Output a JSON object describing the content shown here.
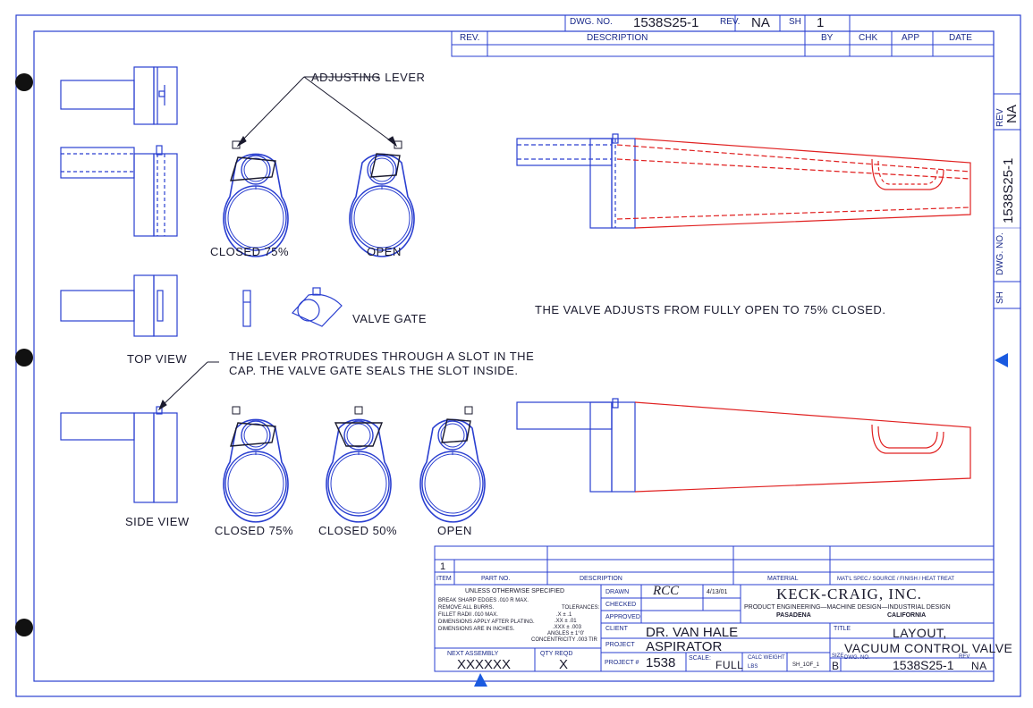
{
  "header": {
    "dwg_no_label": "DWG. NO.",
    "dwg_no": "1538S25-1",
    "rev_label": "REV.",
    "rev": "NA",
    "sh_label": "SH",
    "sh": "1"
  },
  "revision_block": {
    "columns": [
      "REV.",
      "DESCRIPTION",
      "BY",
      "CHK",
      "APP",
      "DATE"
    ]
  },
  "side_strip": {
    "rev_label": "REV",
    "rev": "NA",
    "dwg_no": "1538S25-1",
    "dwg_no_label": "DWG. NO.",
    "sh_label": "SH"
  },
  "labels": {
    "adjusting_lever": "ADJUSTING LEVER",
    "closed_75_top": "CLOSED 75%",
    "open_top": "OPEN",
    "valve_gate": "VALVE GATE",
    "top_view": "TOP VIEW",
    "valve_note": "THE VALVE ADJUSTS FROM FULLY OPEN TO 75% CLOSED.",
    "lever_note_1": "THE LEVER PROTRUDES THROUGH A SLOT IN THE",
    "lever_note_2": "CAP. THE VALVE GATE SEALS THE SLOT INSIDE.",
    "side_view": "SIDE VIEW",
    "closed_75_bottom": "CLOSED 75%",
    "closed_50": "CLOSED 50%",
    "open_bottom": "OPEN"
  },
  "title_block": {
    "item_no": "1",
    "item_label": "ITEM",
    "part_no_label": "PART NO.",
    "description_label": "DESCRIPTION",
    "material_label": "MATERIAL",
    "matl_spec_label": "MAT'L SPEC./ SOURCE / FINISH / HEAT TREAT",
    "notes_heading": "UNLESS OTHERWISE SPECIFIED",
    "notes": [
      "BREAK SHARP EDGES .010 R MAX.",
      "REMOVE ALL BURRS.",
      "FILLET RADII .010 MAX.",
      "DIMENSIONS APPLY AFTER PLATING.",
      "DIMENSIONS ARE IN INCHES."
    ],
    "tolerances_label": "TOLERANCES:",
    "tolerances": [
      ".X ± .1",
      ".XX ± .01",
      ".XXX ± .003",
      "ANGLES ± 1°0'",
      "CONCENTRICITY .003 TIR"
    ],
    "drawn_label": "DRAWN",
    "drawn_by": "RCC",
    "drawn_date": "4/13/01",
    "checked_label": "CHECKED",
    "approved_label": "APPROVED",
    "company": "KECK-CRAIG, INC.",
    "company_tagline": "PRODUCT ENGINEERING—MACHINE DESIGN—INDUSTRIAL DESIGN",
    "city": "PASADENA",
    "state": "CALIFORNIA",
    "client_label": "CLIENT",
    "client": "DR. VAN HALE",
    "title_label": "TITLE",
    "title_line1": "LAYOUT,",
    "title_line2": "VACUUM CONTROL VALVE",
    "project_label": "PROJECT",
    "project": "ASPIRATOR",
    "next_assembly_label": "NEXT ASSEMBLY",
    "next_assembly": "XXXXXX",
    "qty_label": "QTY REQD",
    "qty": "X",
    "project_no_label": "PROJECT #",
    "project_no": "1538",
    "scale_label": "SCALE:",
    "scale": "FULL",
    "calc_weight_label": "CALC WEIGHT",
    "lbs_label": "LBS",
    "sheet_of": "SH_1OF_1",
    "size_label": "SIZE",
    "size": "B",
    "dwg_no_label": "DWG. NO.",
    "dwg_no": "1538S25-1",
    "rev_label": "REV",
    "rev": "NA"
  },
  "colors": {
    "outline": "#2a3fd0",
    "valve_red": "#e02020",
    "ink": "#1a1a2e",
    "marker": "#1a5ae0"
  }
}
